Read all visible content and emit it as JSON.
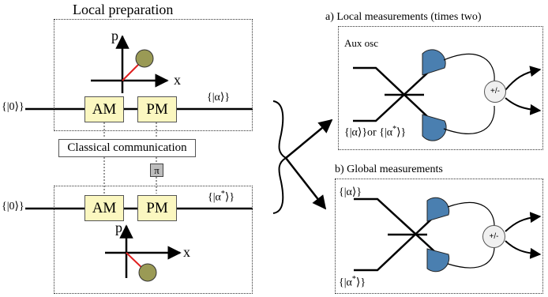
{
  "left": {
    "title": "Local preparation",
    "input_top": "{|0⟩}",
    "input_bottom": "{|0⟩}",
    "output_top": "{|α⟩}",
    "output_bottom_prefix": "{|α",
    "output_bottom_sup": "*",
    "output_bottom_suffix": "⟩}",
    "am_label": "AM",
    "pm_label": "PM",
    "comm_label": "Classical communication",
    "pi_label": "π",
    "axis_p": "p",
    "axis_x": "x"
  },
  "panel_a": {
    "title": "a) Local measurements (times two)",
    "aux_label": "Aux osc",
    "input_prefix": "{|α⟩}or {|α",
    "input_sup": "*",
    "input_suffix": "⟩}",
    "combiner_label": "+/-"
  },
  "panel_b": {
    "title": "b) Global measurements",
    "input_top": "{|α⟩}",
    "input_bottom_prefix": "{|α",
    "input_bottom_sup": "*",
    "input_bottom_suffix": "⟩}",
    "combiner_label": "+/-"
  },
  "colors": {
    "box_fill": "#fbf7c0",
    "detector_fill": "#4a7fb0",
    "phase_circle_fill": "#9a9a55",
    "phase_line": "#e02020"
  }
}
